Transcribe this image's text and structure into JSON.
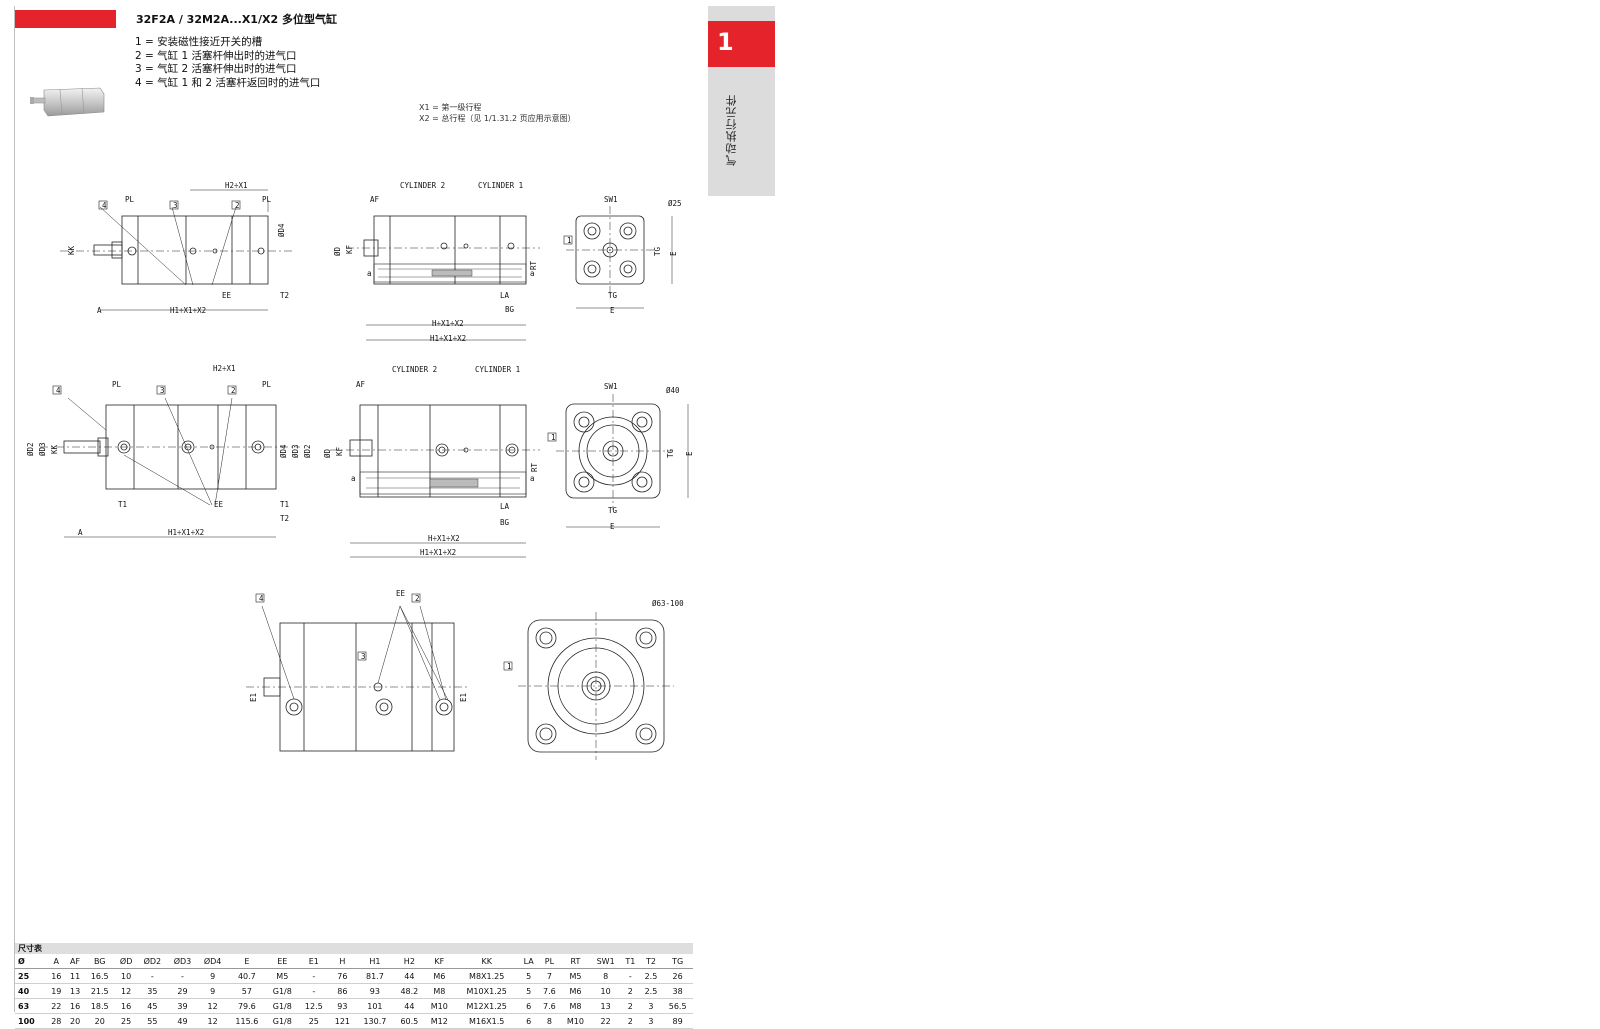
{
  "header": {
    "title": "32F2A / 32M2A...X1/X2 多位型气缸"
  },
  "legend": [
    "1 = 安装磁性接近开关的槽",
    "2 = 气缸 1 活塞杆伸出时的进气口",
    "3 = 气缸 2 活塞杆伸出时的进气口",
    "4 = 气缸 1 和 2 活塞杆返回时的进气口"
  ],
  "notes": [
    "X1 = 第一级行程",
    "X2 = 总行程（见 1/1.31.2 页应用示意图）"
  ],
  "side_tab": {
    "number": "1",
    "label": "气动执行元件"
  },
  "drawings": {
    "labels": {
      "cylinder2": "CYLINDER 2",
      "cylinder1": "CYLINDER 1",
      "dia25": "Ø25",
      "dia40": "Ø40",
      "dia63_100": "Ø63-100",
      "pl": "PL",
      "h2x1": "H2÷X1",
      "h1x1x2": "H1÷X1÷X2",
      "hx1x2": "H÷X1÷X2",
      "ee": "EE",
      "t1": "T1",
      "t2": "T2",
      "a": "A",
      "af": "AF",
      "kk": "KK",
      "kf": "KF",
      "d": "ØD",
      "d2": "ØD2",
      "d3": "ØD3",
      "d4": "ØD4",
      "la": "LA",
      "bg": "BG",
      "rt": "RT",
      "sw1": "SW1",
      "tg": "TG",
      "e": "E",
      "e1": "E1",
      "small_a": "a",
      "n1": "1",
      "n2": "2",
      "n3": "3",
      "n4": "4"
    }
  },
  "table": {
    "caption": "尺寸表",
    "headers": [
      "Ø",
      "A",
      "AF",
      "BG",
      "ØD",
      "ØD2",
      "ØD3",
      "ØD4",
      "E",
      "EE",
      "E1",
      "H",
      "H1",
      "H2",
      "KF",
      "KK",
      "LA",
      "PL",
      "RT",
      "SW1",
      "T1",
      "T2",
      "TG"
    ],
    "rows": [
      [
        "25",
        "16",
        "11",
        "16.5",
        "10",
        "-",
        "-",
        "9",
        "40.7",
        "M5",
        "-",
        "76",
        "81.7",
        "44",
        "M6",
        "M8X1.25",
        "5",
        "7",
        "M5",
        "8",
        "-",
        "2.5",
        "26"
      ],
      [
        "40",
        "19",
        "13",
        "21.5",
        "12",
        "35",
        "29",
        "9",
        "57",
        "G1/8",
        "-",
        "86",
        "93",
        "48.2",
        "M8",
        "M10X1.25",
        "5",
        "7.6",
        "M6",
        "10",
        "2",
        "2.5",
        "38"
      ],
      [
        "63",
        "22",
        "16",
        "18.5",
        "16",
        "45",
        "39",
        "12",
        "79.6",
        "G1/8",
        "12.5",
        "93",
        "101",
        "44",
        "M10",
        "M12X1.25",
        "6",
        "7.6",
        "M8",
        "13",
        "2",
        "3",
        "56.5"
      ],
      [
        "100",
        "28",
        "20",
        "20",
        "25",
        "55",
        "49",
        "12",
        "115.6",
        "G1/8",
        "25",
        "121",
        "130.7",
        "60.5",
        "M12",
        "M16X1.5",
        "6",
        "8",
        "M10",
        "22",
        "2",
        "3",
        "89"
      ]
    ]
  }
}
